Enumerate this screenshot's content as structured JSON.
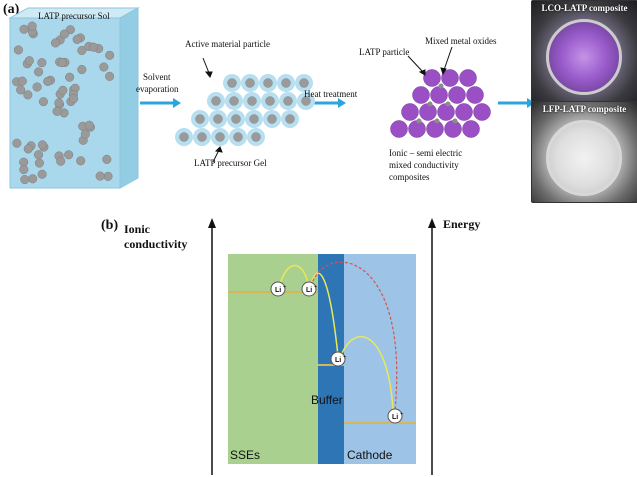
{
  "panel_a": {
    "tag": "(a)",
    "sol_label": "LATP precursor Sol",
    "active_particle_label": "Active material particle",
    "solvent_label_1": "Solvent",
    "solvent_label_2": "evaporation",
    "gel_label": "LATP precursor Gel",
    "latp_particle_label": "LATP particle",
    "mixed_oxides_label": "Mixed metal oxides",
    "heat_label": "Heat treatment",
    "composite_desc_1": "Ionic – semi electric",
    "composite_desc_2": "mixed conductivity",
    "composite_desc_3": "composites",
    "photo_top_caption": "LCO-LATP composite",
    "photo_bottom_caption": "LFP-LATP composite"
  },
  "panel_b": {
    "tag": "(b)",
    "left_axis_1": "Ionic",
    "left_axis_2": "conductivity",
    "right_axis": "Energy",
    "region_sses": "SSEs",
    "region_buffer": "Buffer",
    "region_cathode": "Cathode",
    "ion_label": "Li",
    "ion_charge": "+"
  },
  "colors": {
    "sol_box": "#a9d8ec",
    "particle_grey": "#9a9a9a",
    "gel_shell": "#b7dff0",
    "latp_purple": "#9b4fc4",
    "arrow_blue": "#2aa6dc",
    "sses_green": "#a9d08e",
    "buffer_blue": "#2e75b6",
    "cathode_blue": "#9dc3e6",
    "energy_level": "#d6b656",
    "hop_yellow": "#e8e85a",
    "hop_red": "#d9534f"
  }
}
